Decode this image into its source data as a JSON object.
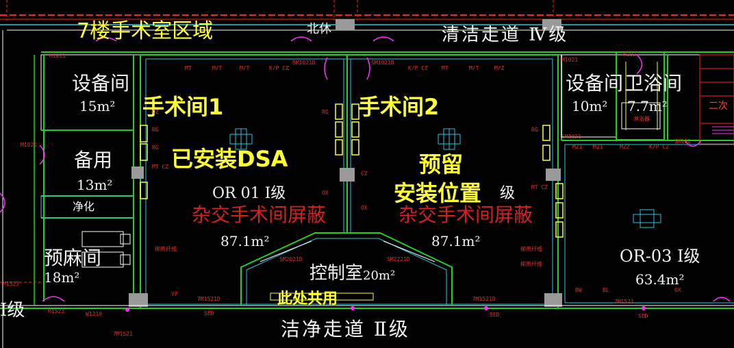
{
  "colors": {
    "wall": "#20d020",
    "cyan": "#25c8e0",
    "magenta": "#ff30ff",
    "red": "#ff2020",
    "yellow": "#ffff33",
    "white": "#f2f2f2",
    "grey": "#9a9a9a"
  },
  "floor_title": "7楼手术室区域",
  "top_corridor": "清洁走道 Ⅳ级",
  "bottom_corridor": "洁净走道 Ⅱ级",
  "left_grade_fragment": "Ⅰ级",
  "right_edge_fragment": "二次",
  "rooms": {
    "equipment_left": {
      "name": "设备间",
      "area": "15m²"
    },
    "storage": {
      "name": "备用",
      "area": "13m²"
    },
    "clean_store": {
      "name": "净化"
    },
    "anesthesia": {
      "name": "预麻间",
      "area": "18m²"
    },
    "or1": {
      "code": "OR 01 Ⅰ级",
      "shield": "杂交手术间屏蔽",
      "area": "87.1m²"
    },
    "or2": {
      "grade": "级",
      "shield": "杂交手术间屏蔽",
      "area": "87.1m²"
    },
    "control": {
      "name": "控制室",
      "area": "20m²"
    },
    "equipment_right": {
      "name": "设备间",
      "area": "10m²"
    },
    "toilet": {
      "name": "卫浴间",
      "area": "7.7m²"
    },
    "or3": {
      "code": "OR-03 Ⅰ级",
      "area": "63.4m²"
    }
  },
  "annotations": {
    "or1_title": "手术间1",
    "or1_note": "已安装DSA",
    "or2_title": "手术间2",
    "or2_note_line1": "预留",
    "or2_note_line2": "安装位置",
    "shared_note": "此处共用"
  },
  "door_tags": [
    "M1021",
    "M1021",
    "SM1021D",
    "SM1021D",
    "M1021",
    "M1021",
    "M1523",
    "M1523",
    "W1210",
    "7M1521",
    "7M1521",
    "7M1521D",
    "7M1521D",
    "SM1021",
    "SM2021D",
    "SM2221D",
    "SM102",
    "北休"
  ],
  "equipment_tags": [
    "MT",
    "M/T",
    "M/T",
    "K/P CZ",
    "K/P CZ",
    "MT",
    "M/T",
    "M/Z",
    "MZ1",
    "MZ2",
    "K/P CZ",
    "MZ1",
    "BW",
    "BL",
    "OX",
    "CZ",
    "RG",
    "RG",
    "MT CZ",
    "RG",
    "OX",
    "CZ",
    "RG",
    "MT CZ",
    "OX",
    "YP",
    "SED",
    "SED",
    "SED",
    "柳燕纤维",
    "柳燕纤维",
    "柳燕纤维",
    "淋浴器"
  ]
}
